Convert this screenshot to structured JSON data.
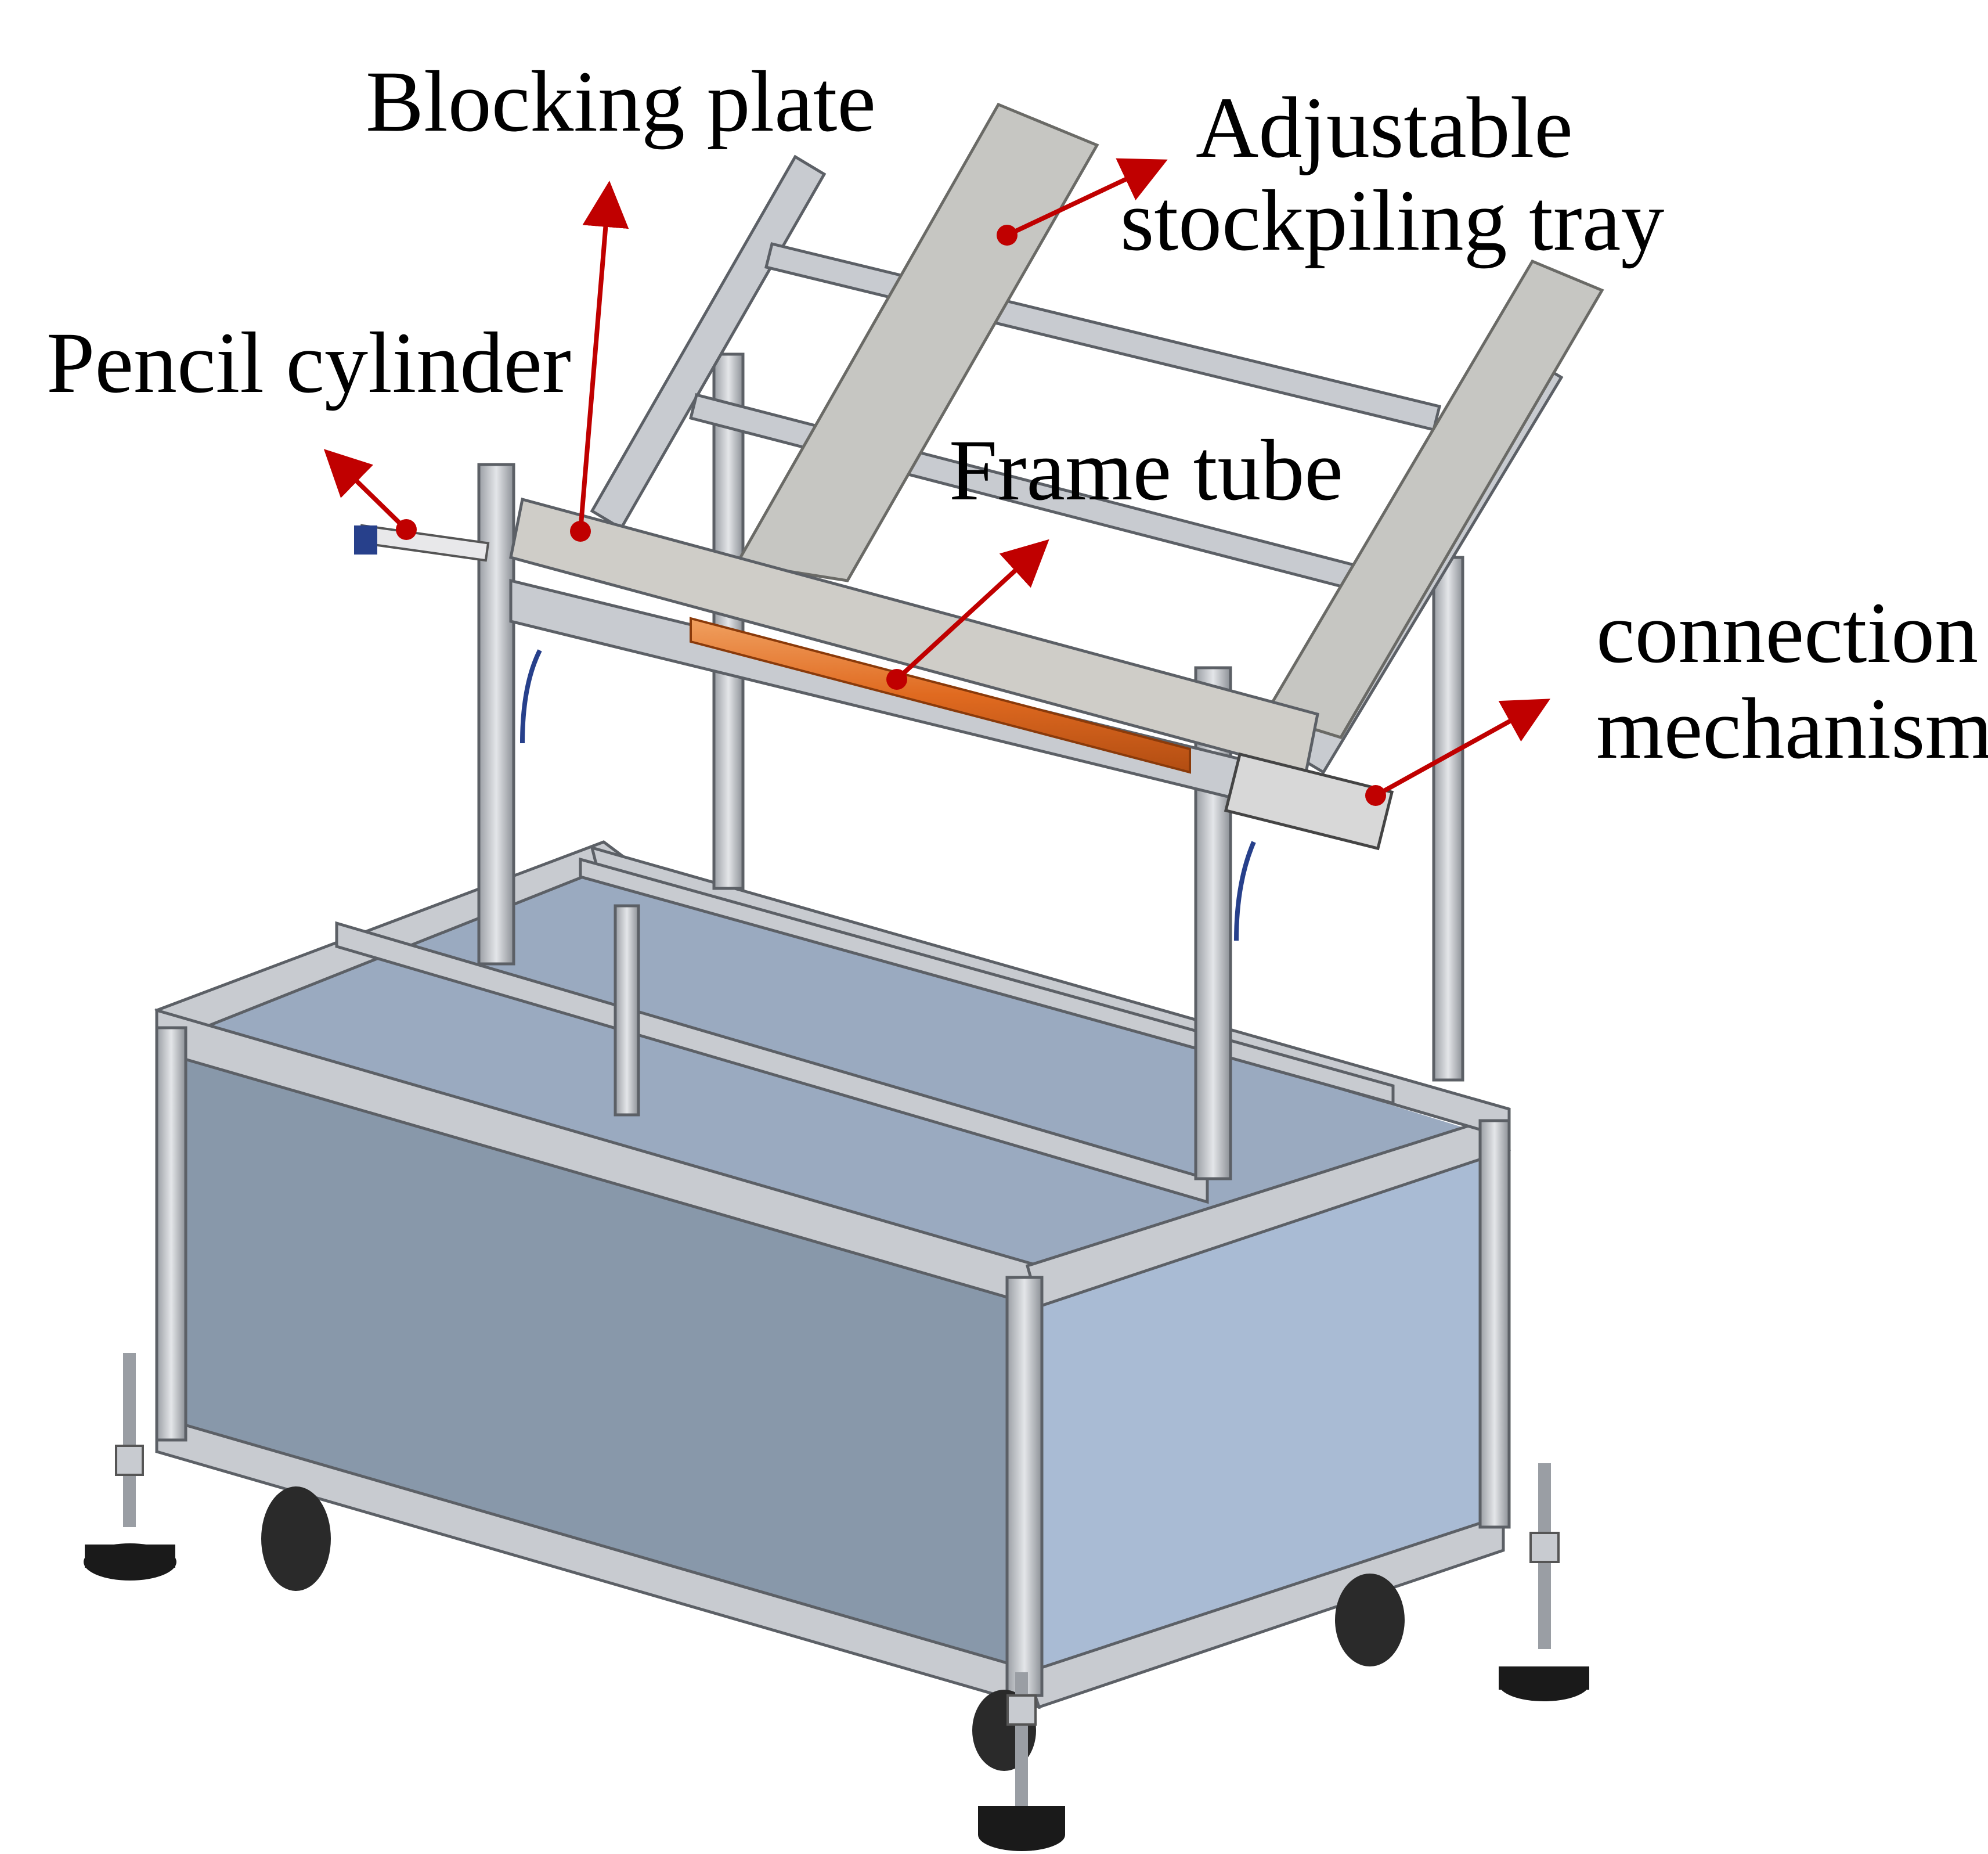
{
  "labels": {
    "blocking_plate": "Blocking plate",
    "adjustable_tray_line1": "Adjustable",
    "adjustable_tray_line2": "stockpiling tray",
    "pencil_cylinder": "Pencil cylinder",
    "frame_tube": "Frame tube",
    "connection_line1": "connection",
    "connection_line2": "mechanism"
  },
  "colors": {
    "arrow": "#c00000",
    "frame_tube": "#e06a20",
    "panel_front": "#8898aa",
    "panel_side": "#a9bbd4",
    "panel_back": "#9aaac0",
    "aluminium": "#c8cbd0",
    "aluminium_dark": "#7f8388",
    "tray": "#c6c6c2",
    "plate": "#cfcdc8",
    "foot": "#1a1a1a",
    "blue_detail": "#27408b"
  }
}
